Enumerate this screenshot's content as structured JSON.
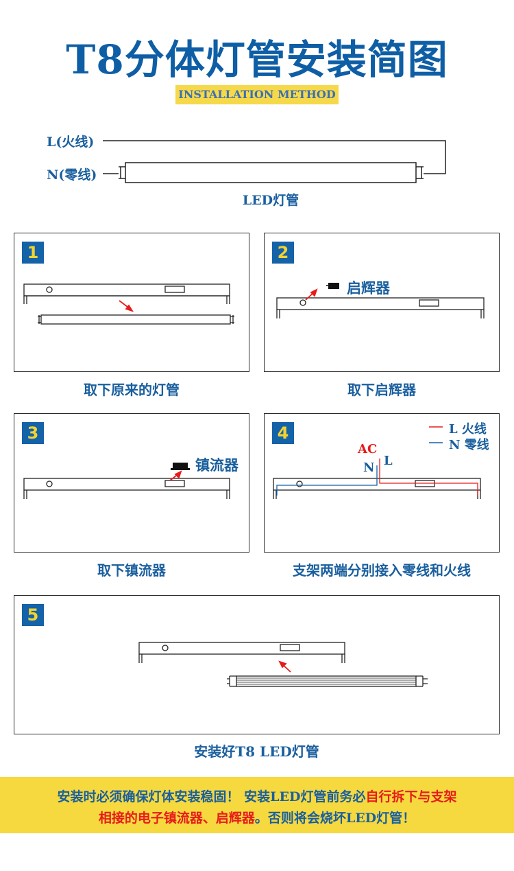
{
  "header": {
    "title": "T8分体灯管安装简图",
    "subtitle": "INSTALLATION METHOD"
  },
  "wiring": {
    "live_label": "L(火线)",
    "neutral_label": "N(零线)",
    "tube_label": "LED灯管"
  },
  "steps": [
    {
      "number": "1",
      "caption": "取下原来的灯管"
    },
    {
      "number": "2",
      "caption": "取下启辉器",
      "part_label": "启辉器"
    },
    {
      "number": "3",
      "caption": "取下镇流器",
      "part_label": "镇流器"
    },
    {
      "number": "4",
      "caption": "支架两端分别接入零线和火线",
      "ac_label": "AC",
      "n_label": "N",
      "l_label": "L",
      "legend": [
        {
          "text": "L 火线",
          "color": "#e81b1b"
        },
        {
          "text": "N 零线",
          "color": "#1462a8"
        }
      ]
    },
    {
      "number": "5",
      "caption": "安装好T8 LED灯管"
    }
  ],
  "warning": {
    "line1_blue": "安装时必须确保灯体安装稳固！ 安装LED灯管前务必",
    "line1_red": "自行拆下与支架",
    "line2_red": "相接的电子镇流器、启辉器",
    "line2_blue": "。否则将会烧坏LED灯管！"
  },
  "colors": {
    "accent": "#1462a8",
    "badge_text": "#f3d330",
    "highlight": "#f6d93f",
    "alert": "#e81b1b"
  }
}
